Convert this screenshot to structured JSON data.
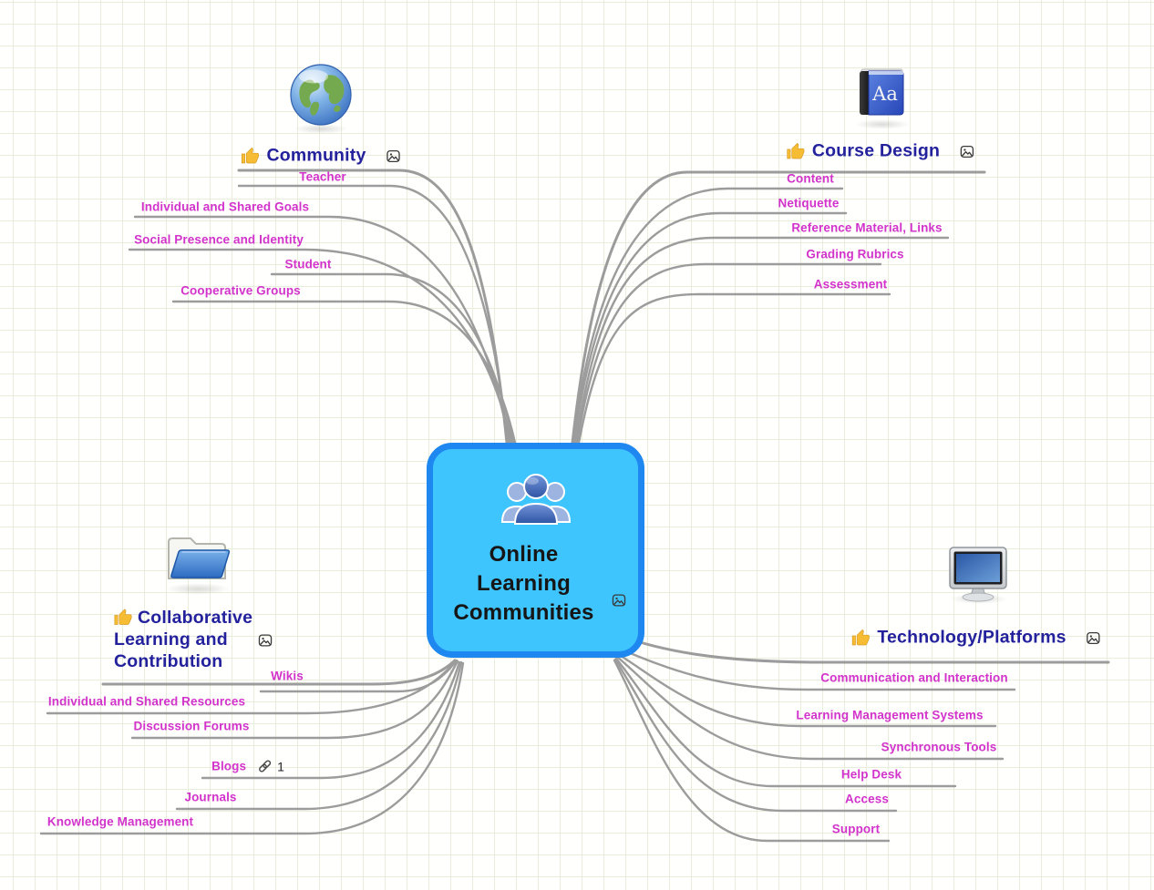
{
  "app": {
    "type": "mind-map"
  },
  "colors": {
    "node_fill": "#3EC5FE",
    "node_border": "#1E88F0",
    "branch_title_text": "#23219C",
    "child_label_text": "#D233CB",
    "connector_line": "#9C9C9C",
    "central_text": "#161616",
    "grid_line": "#E9EDDB"
  },
  "central_topic": {
    "title_lines": [
      "Online",
      "Learning",
      "Communities"
    ],
    "icon": "people-group-icon",
    "attachment": "image-attachment-icon"
  },
  "branches": [
    {
      "title": "Community",
      "emoji": "thumbs-up",
      "picture": "globe-icon",
      "attachment": "image-attachment-icon",
      "children": [
        {
          "label": "Teacher"
        },
        {
          "label": "Individual and Shared Goals"
        },
        {
          "label": "Social Presence and Identity"
        },
        {
          "label": "Student"
        },
        {
          "label": "Cooperative Groups"
        }
      ]
    },
    {
      "title": "Course Design",
      "emoji": "thumbs-up",
      "picture": "dictionary-book-icon",
      "attachment": "image-attachment-icon",
      "children": [
        {
          "label": "Content"
        },
        {
          "label": "Netiquette"
        },
        {
          "label": "Reference Material, Links"
        },
        {
          "label": "Grading Rubrics"
        },
        {
          "label": "Assessment"
        }
      ]
    },
    {
      "title": "Collaborative Learning and Contribution",
      "title_lines": [
        "Collaborative",
        "Learning and",
        "Contribution"
      ],
      "emoji": "thumbs-up",
      "picture": "open-folder-icon",
      "attachment": "image-attachment-icon",
      "children": [
        {
          "label": "Wikis"
        },
        {
          "label": "Individual and Shared Resources"
        },
        {
          "label": "Discussion Forums"
        },
        {
          "label": "Blogs",
          "link_count": "1"
        },
        {
          "label": "Journals"
        },
        {
          "label": "Knowledge Management"
        }
      ]
    },
    {
      "title": "Technology/Platforms",
      "emoji": "thumbs-up",
      "picture": "computer-monitor-icon",
      "attachment": "image-attachment-icon",
      "children": [
        {
          "label": "Communication and Interaction"
        },
        {
          "label": "Learning Management Systems"
        },
        {
          "label": "Synchronous Tools"
        },
        {
          "label": "Help Desk"
        },
        {
          "label": "Access"
        },
        {
          "label": "Support"
        }
      ]
    }
  ]
}
